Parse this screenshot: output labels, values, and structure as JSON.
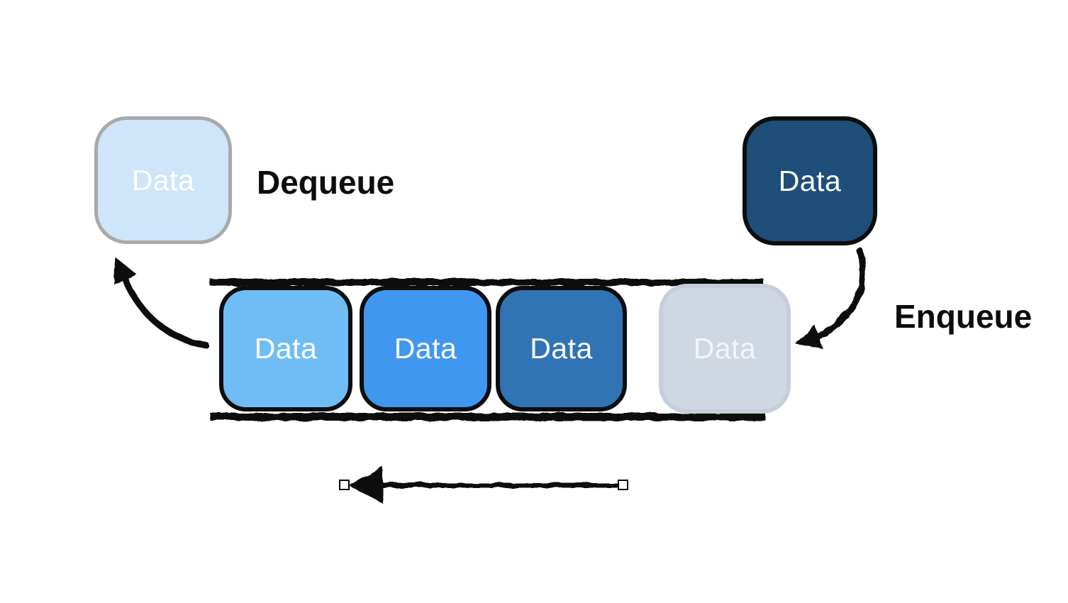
{
  "diagram": {
    "subject": "queue-data-structure",
    "operations": {
      "dequeue": {
        "label": "Dequeue",
        "box_label": "Data",
        "box_style": "background:#CFE5FA;border-color:#A9A9A9;color:#FFFFFF"
      },
      "enqueue": {
        "label": "Enqueue",
        "box_label": "Data",
        "box_style": "background:#1F4E7A;border-color:#0D0D0D;color:#FFFFFF"
      }
    },
    "queue": {
      "items": [
        {
          "label": "Data",
          "style": "background:#70BDF5;border-color:#0D0D0D;color:#FFFFFF"
        },
        {
          "label": "Data",
          "style": "background:#4097EF;border-color:#0D0D0D;color:#FFFFFF"
        },
        {
          "label": "Data",
          "style": "background:#3074B4;border-color:#0D0D0D;color:#FFFFFF"
        },
        {
          "label": "Data",
          "style": "background:#CFD8E2;border-color:#C5CEDA;color:#F2F5F9"
        }
      ]
    },
    "colors": {
      "background": "#FFFFFF",
      "rail": "#0D0D0D",
      "arrow": "#0D0D0D",
      "selection_handle_fill": "#FFFFFF",
      "selection_handle_border": "#000000",
      "dequeued_box_fill": "#CFE5FA",
      "dequeued_box_border": "#A9A9A9",
      "incoming_box_fill": "#1F4E7A",
      "queue_item_fills": [
        "#70BDF5",
        "#4097EF",
        "#3074B4",
        "#CFD8E2"
      ]
    }
  }
}
